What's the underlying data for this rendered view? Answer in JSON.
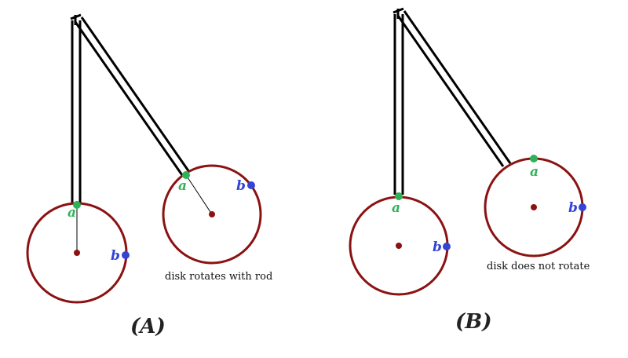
{
  "colors": {
    "disk": "#8b1212",
    "center": "#8b1212",
    "point_a": "#2fb257",
    "point_b": "#3344d6",
    "rod": "#000000"
  },
  "labels": {
    "point_a": "a",
    "point_b": "b"
  },
  "panels": [
    {
      "id": "A",
      "label": "(A)",
      "caption": "disk rotates with rod"
    },
    {
      "id": "B",
      "label": "(B)",
      "caption": "disk does not rotate"
    }
  ]
}
